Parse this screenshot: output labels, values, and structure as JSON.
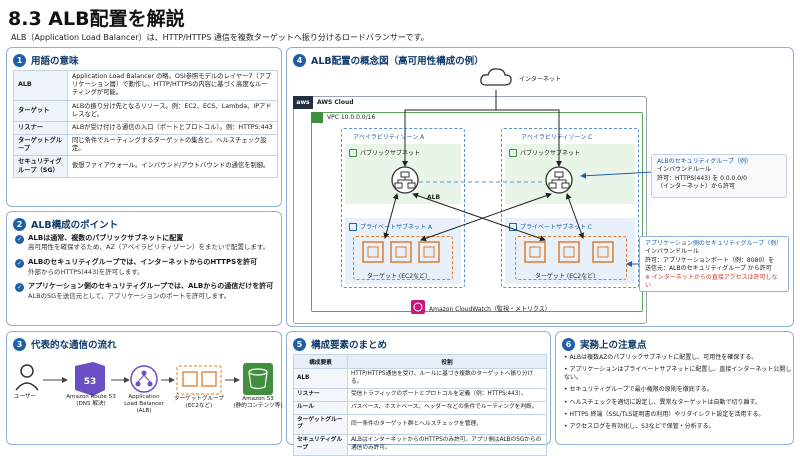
{
  "title": "8.3 ALB配置を解説",
  "subtitle": "ALB（Application Load Balancer）は、HTTP/HTTPS 通信を複数ターゲットへ振り分けるロードバランサーです。",
  "sec1": {
    "num": "1",
    "title": "用語の意味",
    "rows": [
      {
        "k": "ALB",
        "v": "Application Load Balancer の略。OSI参照モデルのレイヤー7（アプリケーション層）で動作し、HTTP/HTTPSの内容に基づく高度なルーティングが可能。"
      },
      {
        "k": "ターゲット",
        "v": "ALBの振り分け先となるリソース。例：EC2、ECS、Lambda、IPアドレスなど。"
      },
      {
        "k": "リスナー",
        "v": "ALBが受け付ける通信の入口（ポートとプロトコル）。例：HTTPS:443"
      },
      {
        "k": "ターゲットグループ",
        "v": "同じ条件でルーティングするターゲットの集合と、ヘルスチェック設定。"
      },
      {
        "k": "セキュリティグループ（SG）",
        "v": "仮想ファイアウォール。インバウンド/アウトバウンドの通信を制御。"
      }
    ]
  },
  "sec2": {
    "num": "2",
    "title": "ALB構成のポイント",
    "points": [
      {
        "t": "ALBは通常、複数のパブリックサブネットに配置",
        "s": "高可用性を確保するため、AZ（アベイラビリティゾーン）をまたいで配置します。"
      },
      {
        "t": "ALBのセキュリティグループでは、インターネットからのHTTPSを許可",
        "s": "外部からのHTTPS(443)を許可します。"
      },
      {
        "t": "アプリケーション側のセキュリティグループでは、ALBからの通信だけを許可",
        "s": "ALBのSGを送信元として、アプリケーションのポートを許可します。"
      }
    ]
  },
  "sec3": {
    "num": "3",
    "title": "代表的な通信の流れ",
    "user": "ユーザー",
    "route53": "Amazon Route 53\n(DNS 解決)",
    "route53_badge": "53",
    "alb": "Application\nLoad Balancer\n(ALB)",
    "tg": "ターゲットグループ\n(EC2など)",
    "s3": "Amazon S3\n(静的コンテンツ等)"
  },
  "sec4": {
    "num": "4",
    "title": "ALB配置の概念図（高可用性構成の例）",
    "internet": "インターネット",
    "aws_badge": "aws",
    "aws_cloud": "AWS Cloud",
    "vpc": "VPC 10.0.0.0/16",
    "az_a": "アベイラビリティゾーン A",
    "az_c": "アベイラビリティゾーン C",
    "pub_a": "パブリックサブネット",
    "pub_c": "パブリックサブネット",
    "alb": "ALB",
    "priv_a": "プライベートサブネット A",
    "priv_c": "プライベートサブネット C",
    "tgt_a": "ターゲット (EC2など)",
    "tgt_c": "ターゲット (EC2など)",
    "cloudwatch": "Amazon CloudWatch（監視・メトリクス）",
    "sg_alb": {
      "title": "ALBのセキュリティグループ（例）",
      "l1": "インバウンドルール",
      "l2": "許可：HTTPS(443) を 0.0.0.0/0",
      "l3": "（インターネット）から許可"
    },
    "sg_app": {
      "title": "アプリケーション側のセキュリティグループ（例）",
      "l1": "インバウンドルール",
      "l2": "許可：アプリケーションポート（例：8080）を",
      "l3": "送信元：ALBのセキュリティグループ から許可",
      "warn": "※ インターネットからの直接アクセスは許可しない"
    }
  },
  "sec5": {
    "num": "5",
    "title": "構成要素のまとめ",
    "h1": "構成要素",
    "h2": "役割",
    "rows": [
      {
        "k": "ALB",
        "v": "HTTP/HTTPS通信を受け、ルールに基づき複数のターゲットへ振り分ける。"
      },
      {
        "k": "リスナー",
        "v": "受信トラフィックのポートとプロトコルを定義（例：HTTPS:443）。"
      },
      {
        "k": "ルール",
        "v": "パスベース、ホストベース、ヘッダーなどの条件でルーティングを判断。"
      },
      {
        "k": "ターゲットグループ",
        "v": "同一条件のターゲット群とヘルスチェックを管理。"
      },
      {
        "k": "セキュリティグループ",
        "v": "ALBはインターネットからのHTTPSのみ許可。アプリ側はALBのSGからの通信のみ許可。"
      }
    ]
  },
  "sec6": {
    "num": "6",
    "title": "実務上の注意点",
    "notes": [
      "ALBは複数AZのパブリックサブネットに配置し、可用性を確保する。",
      "アプリケーションはプライベートサブネットに配置し、直接インターネット公開しない。",
      "セキュリティグループで最小権限の原則を徹底する。",
      "ヘルスチェックを適切に設定し、異常なターゲットは自動で切り離す。",
      "HTTPS 終端（SSL/TLS証明書の利用）やリダイレクト設定を活用する。",
      "アクセスログを有効化し、S3などで保管・分析する。"
    ]
  }
}
